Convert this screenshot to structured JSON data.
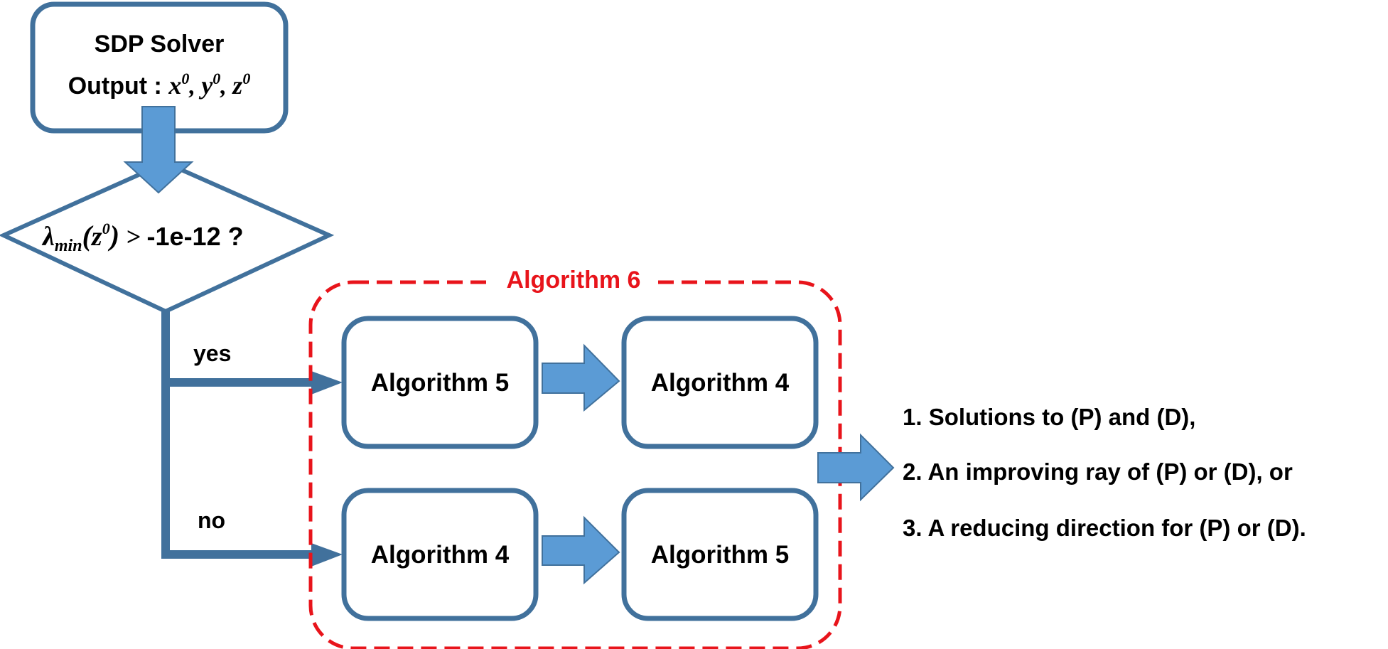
{
  "colors": {
    "box_stroke": "#41719c",
    "arrow_fill": "#5b9bd5",
    "group_stroke": "#e8141b",
    "text": "#000000"
  },
  "solver": {
    "title": "SDP Solver",
    "output_label": "Output : ",
    "var_x": "x",
    "var_y": "y",
    "var_z": "z",
    "superscript": "0",
    "sep": ", "
  },
  "decision": {
    "lambda": "λ",
    "subscript": "min",
    "arg_open": "(",
    "arg_var": "z",
    "arg_sup": "0",
    "arg_close": ")",
    "comparison": " > ",
    "threshold": "-1e-12 ?"
  },
  "branches": {
    "yes": "yes",
    "no": "no"
  },
  "group": {
    "title": "Algorithm 6",
    "top_row": [
      "Algorithm 5",
      "Algorithm 4"
    ],
    "bottom_row": [
      "Algorithm 4",
      "Algorithm 5"
    ]
  },
  "outcomes": [
    "1. Solutions to (P) and (D),",
    "2. An improving ray of (P) or (D), or",
    "3. A reducing direction for (P) or (D)."
  ]
}
